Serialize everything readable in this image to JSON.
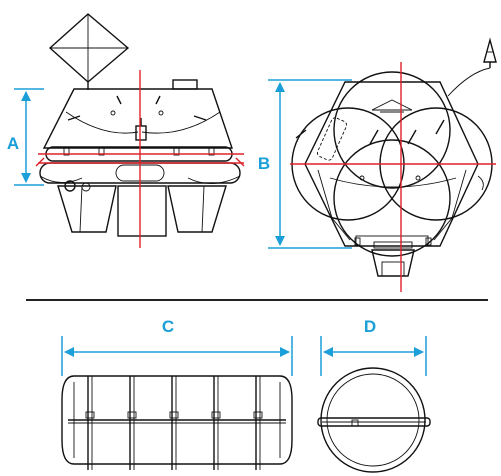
{
  "dimensions": {
    "a": "A",
    "b": "B",
    "c": "C",
    "d": "D"
  },
  "colors": {
    "dimension": "#1a9fd8",
    "centerline": "#e0202a",
    "outline": "#111111"
  }
}
